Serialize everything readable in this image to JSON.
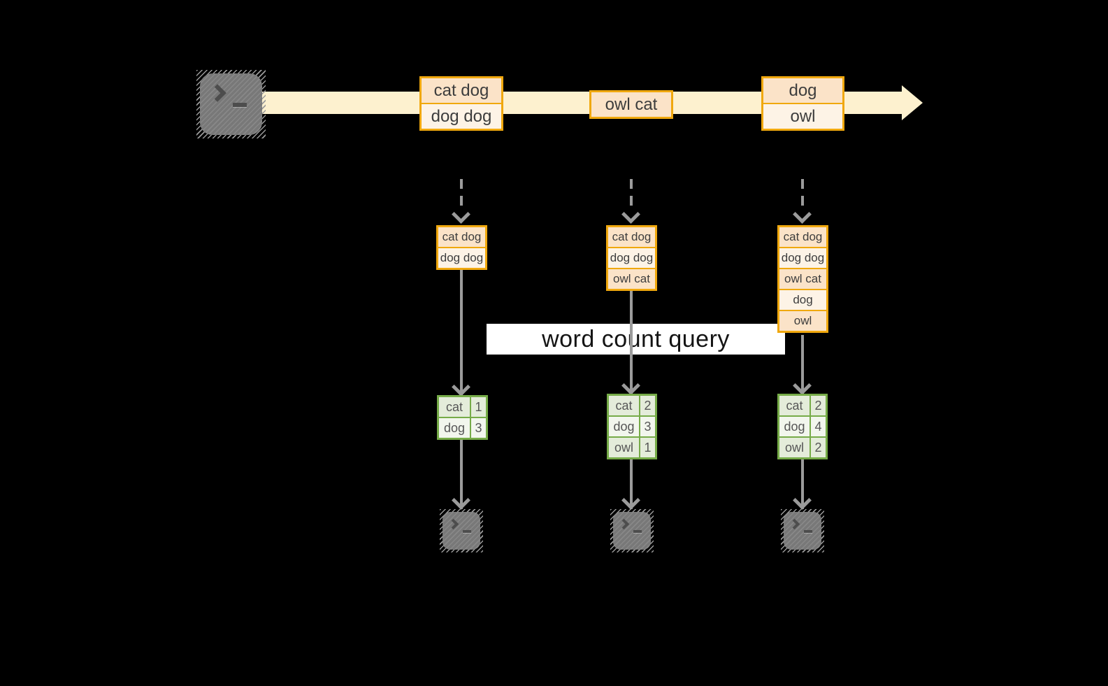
{
  "colors": {
    "background": "#000000",
    "stream_band": "#fdf1cf",
    "orange_border": "#f0a80e",
    "fill_peach": "#fbe3c8",
    "fill_cream": "#fdf3e6",
    "green_border": "#76ab48",
    "green_fill_dark": "#e4ecda",
    "green_fill_light": "#f2f6ed",
    "arrow_gray": "#9b9b9b",
    "terminal_gray": "#7f7f7f",
    "banner_bg": "#ffffff"
  },
  "stream": {
    "source_icon": "terminal-icon",
    "messages": [
      {
        "rows": [
          "cat dog",
          "dog dog"
        ]
      },
      {
        "rows": [
          "owl cat"
        ]
      },
      {
        "rows": [
          "dog",
          "owl"
        ]
      }
    ]
  },
  "query": {
    "label": "word count query"
  },
  "columns": [
    {
      "batch": [
        "cat dog",
        "dog dog"
      ],
      "result": [
        [
          "cat",
          "1"
        ],
        [
          "dog",
          "3"
        ]
      ]
    },
    {
      "batch": [
        "cat dog",
        "dog dog",
        "owl cat"
      ],
      "result": [
        [
          "cat",
          "2"
        ],
        [
          "dog",
          "3"
        ],
        [
          "owl",
          "1"
        ]
      ]
    },
    {
      "batch": [
        "cat dog",
        "dog dog",
        "owl cat",
        "dog",
        "owl"
      ],
      "result": [
        [
          "cat",
          "2"
        ],
        [
          "dog",
          "4"
        ],
        [
          "owl",
          "2"
        ]
      ]
    }
  ]
}
